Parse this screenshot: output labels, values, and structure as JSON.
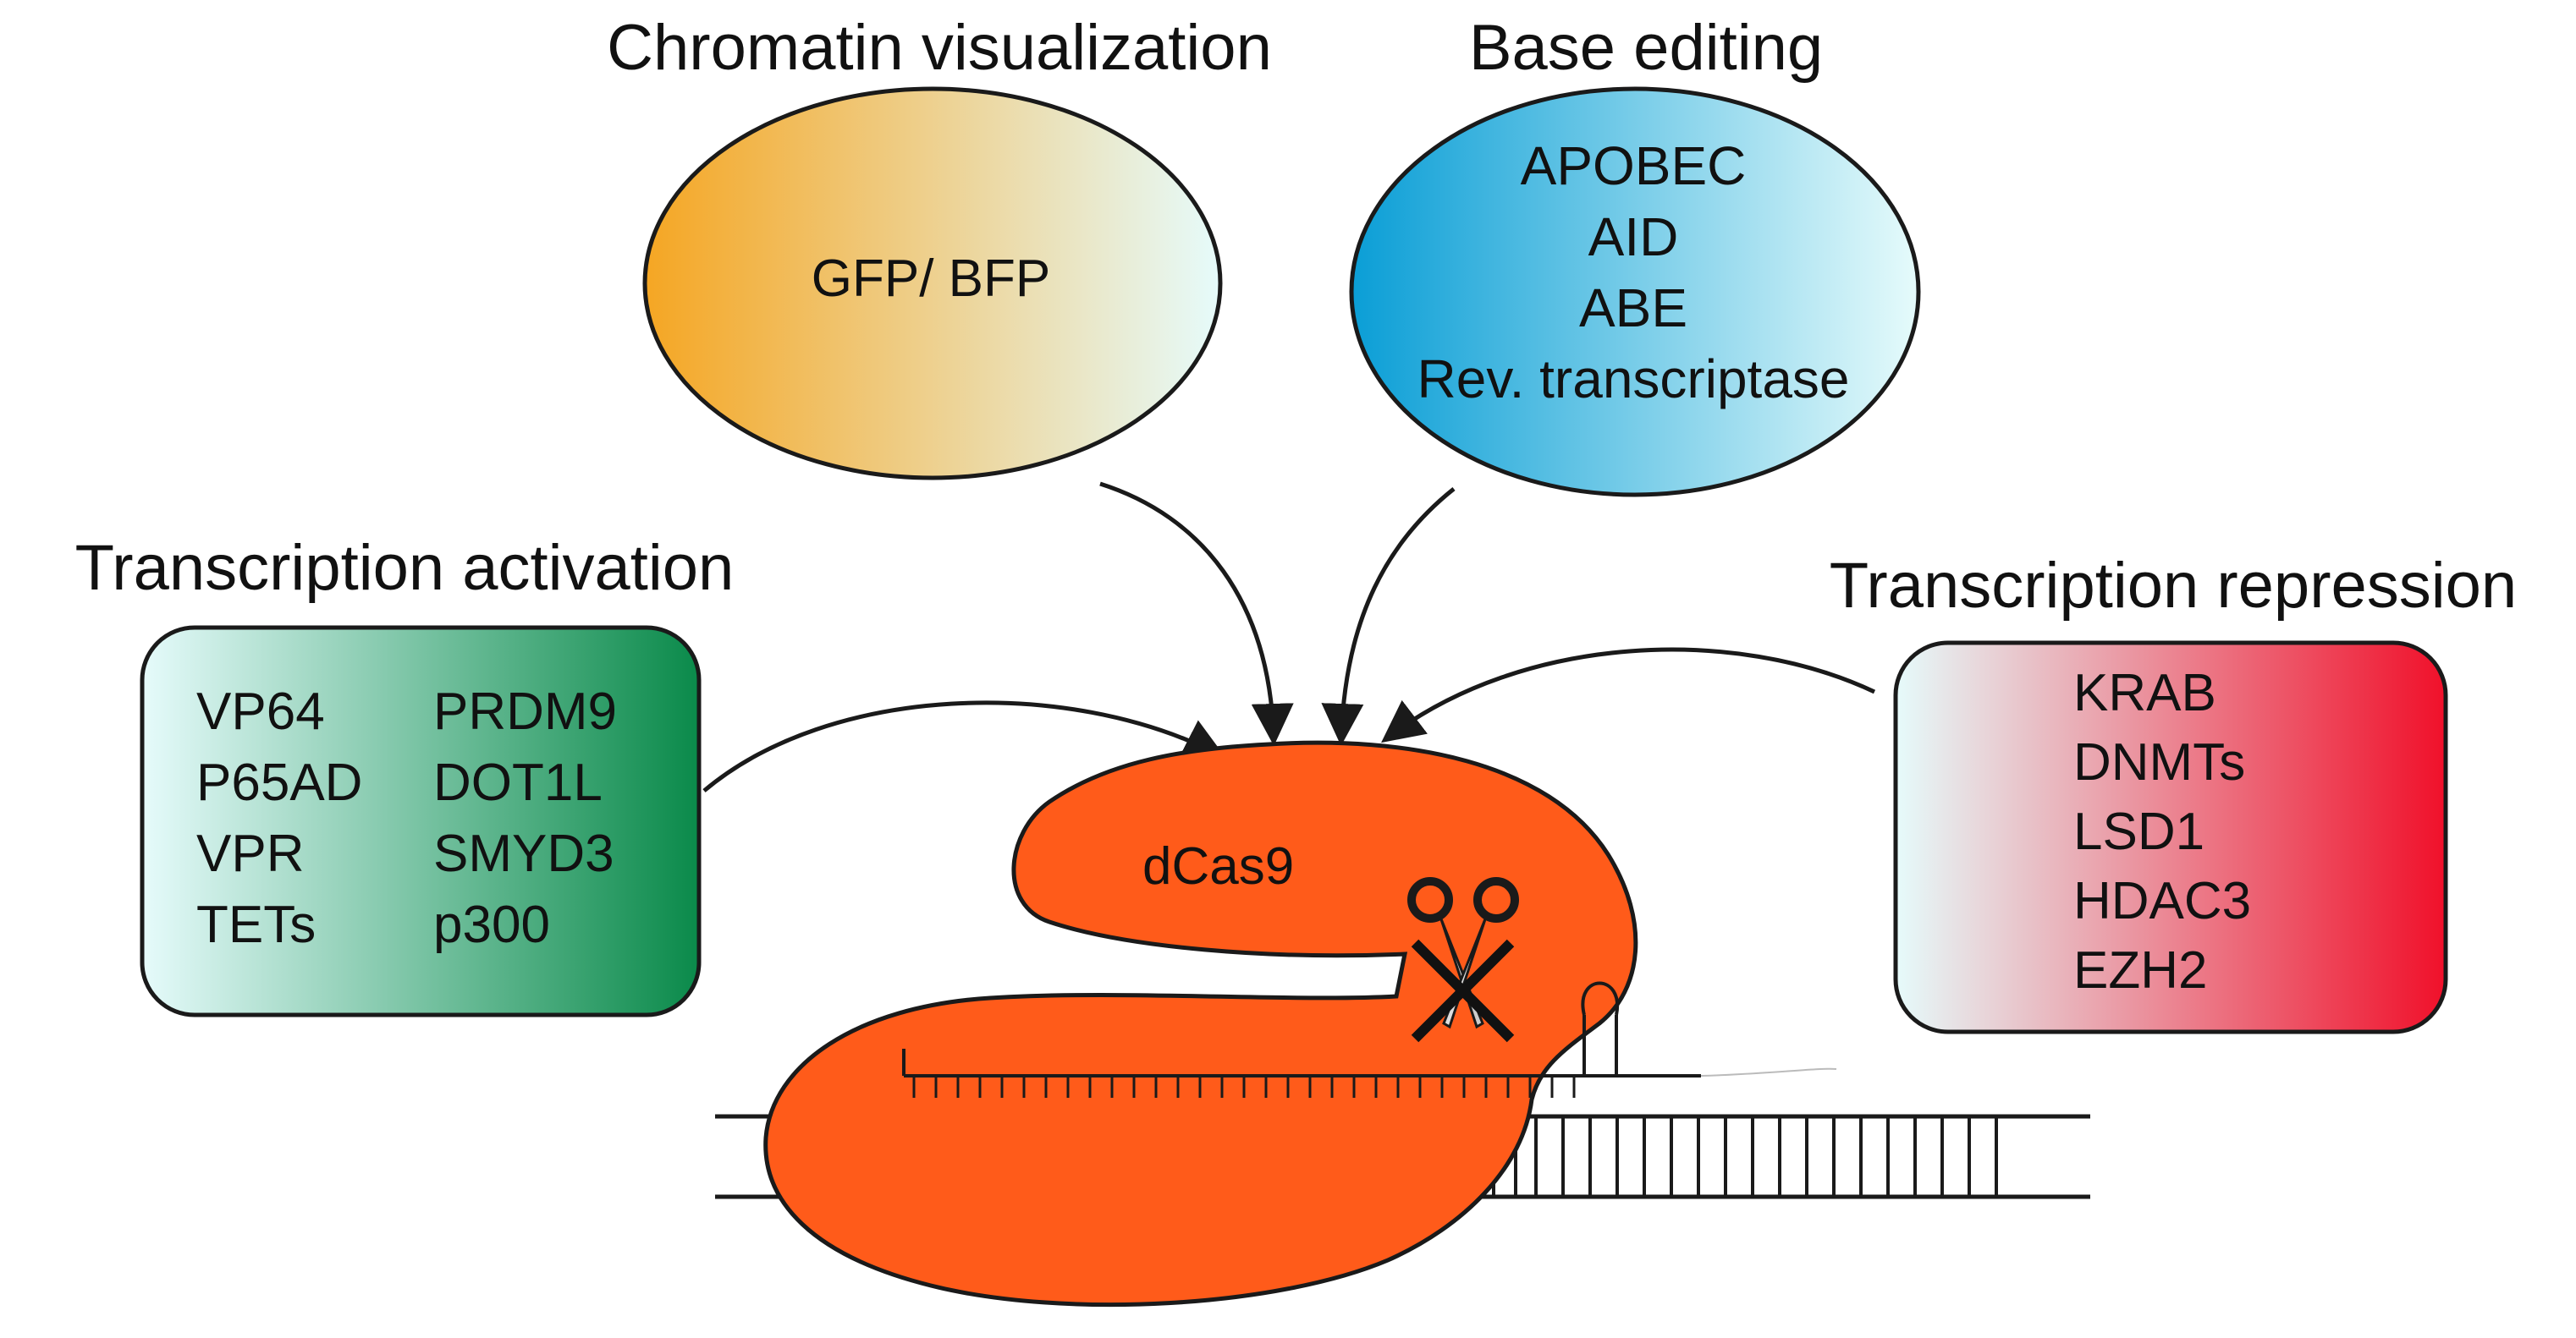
{
  "headings": {
    "chromatin": "Chromatin visualization",
    "base_editing": "Base editing",
    "activation": "Transcription activation",
    "repression": "Transcription repression"
  },
  "chromatin_items": [
    "GFP/ BFP"
  ],
  "base_editing_items": [
    "APOBEC",
    "AID",
    "ABE",
    "Rev. transcriptase"
  ],
  "activation_col1": [
    "VP64",
    "P65AD",
    "VPR",
    "TETs"
  ],
  "activation_col2": [
    "PRDM9",
    "DOT1L",
    "SMYD3",
    "p300"
  ],
  "repression_items": [
    "KRAB",
    "DNMTs",
    "LSD1",
    "HDAC3",
    "EZH2"
  ],
  "protein_label": "dCas9",
  "colors": {
    "chromatin_start": "#f5a623",
    "chromatin_end": "#e6fbfb",
    "base_start": "#0a9ed6",
    "base_end": "#e6fbfb",
    "activation_start": "#e6fbfb",
    "activation_end": "#0a8a4a",
    "repression_start": "#e6fbfb",
    "repression_end": "#f0102a",
    "protein": "#ff5b1a",
    "outline": "#1a1a1a"
  }
}
